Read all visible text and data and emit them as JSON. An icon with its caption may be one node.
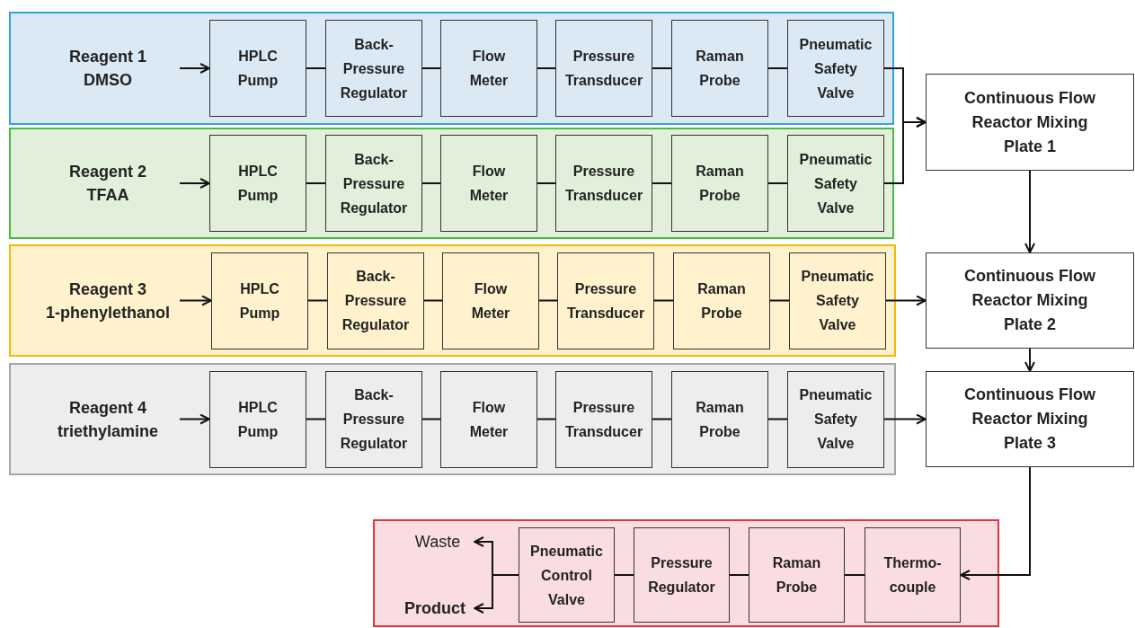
{
  "diagram": {
    "nodes": [
      {
        "text": [],
        "shape": "box"
      },
      {
        "text": [
          "Reagent 1",
          "DMSO"
        ],
        "in": 0
      },
      {
        "text": [
          "HPLC Pump"
        ],
        "in": 0
      },
      {
        "text": [
          "Back-Pressure Regulator"
        ],
        "in": 0
      },
      {
        "text": [
          "Flow Meter"
        ],
        "in": 0
      },
      {
        "text": [
          "Pressure Transducer"
        ],
        "in": 0
      },
      {
        "text": [
          "Raman Probe"
        ],
        "in": 0
      },
      {
        "text": [
          "Pneumatic Safety Valve"
        ],
        "in": 0
      },
      {
        "text": [],
        "shape": "box"
      },
      {
        "text": [
          "Reagent 2",
          "TFAA"
        ],
        "in": 8
      },
      {
        "text": [
          "HPLC Pump"
        ],
        "in": 8
      },
      {
        "text": [
          "Back-Pressure Regulator"
        ],
        "in": 8
      },
      {
        "text": [
          "Flow Meter"
        ],
        "in": 8
      },
      {
        "text": [
          "Pressure Transducer"
        ],
        "in": 8
      },
      {
        "text": [
          "Raman Probe"
        ],
        "in": 8
      },
      {
        "text": [
          "Pneumatic Safety Valve"
        ],
        "in": 8
      },
      {
        "text": [],
        "shape": "box"
      },
      {
        "text": [
          "Reagent 3",
          "1-phenylethanol"
        ],
        "in": 16
      },
      {
        "text": [
          "HPLC Pump"
        ],
        "in": 16
      },
      {
        "text": [
          "Back-Pressure Regulator"
        ],
        "in": 16
      },
      {
        "text": [
          "Flow Meter"
        ],
        "in": 16
      },
      {
        "text": [
          "Pressure Transducer"
        ],
        "in": 16
      },
      {
        "text": [
          "Raman Probe"
        ],
        "in": 16
      },
      {
        "text": [
          "Pneumatic Safety Valve"
        ],
        "in": 16
      },
      {
        "text": [],
        "shape": "box"
      },
      {
        "text": [
          "Reagent 4",
          "triethylamine"
        ],
        "in": 24
      },
      {
        "text": [
          "HPLC Pump"
        ],
        "in": 24
      },
      {
        "text": [
          "Back-Pressure Regulator"
        ],
        "in": 24
      },
      {
        "text": [
          "Flow Meter"
        ],
        "in": 24
      },
      {
        "text": [
          "Pressure Transducer"
        ],
        "in": 24
      },
      {
        "text": [
          "Raman Probe"
        ],
        "in": 24
      },
      {
        "text": [
          "Pneumatic Safety Valve"
        ],
        "in": 24
      },
      {
        "text": [
          "Continuous Flow Reactor Mixing Plate 1"
        ]
      },
      {
        "text": [
          "Continuous Flow Reactor Mixing Plate 2"
        ]
      },
      {
        "text": [
          "Continuous Flow Reactor Mixing Plate 3"
        ]
      },
      {
        "text": [],
        "shape": "box"
      },
      {
        "text": [
          "Waste"
        ],
        "in": 35
      },
      {
        "text": [
          "Product"
        ],
        "in": 35
      },
      {
        "text": [
          "Pneumatic Control Valve"
        ],
        "in": 35
      },
      {
        "text": [
          "Pressure Regulator"
        ],
        "in": 35
      },
      {
        "text": [
          "Raman Probe"
        ],
        "in": 35
      },
      {
        "text": [
          "Thermo-couple"
        ],
        "in": 35
      }
    ],
    "edges": [
      {
        "from": 1,
        "to": 2,
        "arrow": "to"
      },
      {
        "from": 2,
        "to": 3,
        "arrow": "none"
      },
      {
        "from": 3,
        "to": 4,
        "arrow": "none"
      },
      {
        "from": 4,
        "to": 5,
        "arrow": "none"
      },
      {
        "from": 5,
        "to": 6,
        "arrow": "none"
      },
      {
        "from": 6,
        "to": 7,
        "arrow": "none"
      },
      {
        "from": 9,
        "to": 10,
        "arrow": "to"
      },
      {
        "from": 10,
        "to": 11,
        "arrow": "none"
      },
      {
        "from": 11,
        "to": 12,
        "arrow": "none"
      },
      {
        "from": 12,
        "to": 13,
        "arrow": "none"
      },
      {
        "from": 13,
        "to": 14,
        "arrow": "none"
      },
      {
        "from": 14,
        "to": 15,
        "arrow": "none"
      },
      {
        "from": 17,
        "to": 18,
        "arrow": "to"
      },
      {
        "from": 18,
        "to": 19,
        "arrow": "none"
      },
      {
        "from": 19,
        "to": 20,
        "arrow": "none"
      },
      {
        "from": 20,
        "to": 21,
        "arrow": "none"
      },
      {
        "from": 21,
        "to": 22,
        "arrow": "none"
      },
      {
        "from": 22,
        "to": 23,
        "arrow": "none"
      },
      {
        "from": 25,
        "to": 26,
        "arrow": "to"
      },
      {
        "from": 26,
        "to": 27,
        "arrow": "none"
      },
      {
        "from": 27,
        "to": 28,
        "arrow": "none"
      },
      {
        "from": 28,
        "to": 29,
        "arrow": "none"
      },
      {
        "from": 29,
        "to": 30,
        "arrow": "none"
      },
      {
        "from": 30,
        "to": 31,
        "arrow": "none"
      },
      {
        "from": 7,
        "to": 32,
        "arrow": "to"
      },
      {
        "from": 15,
        "to": 32,
        "arrow": "to"
      },
      {
        "from": 23,
        "to": 33,
        "arrow": "to"
      },
      {
        "from": 31,
        "to": 34,
        "arrow": "to"
      },
      {
        "from": 32,
        "to": 33,
        "arrow": "to"
      },
      {
        "from": 33,
        "to": 34,
        "arrow": "to"
      },
      {
        "from": 34,
        "to": 41,
        "arrow": "to"
      },
      {
        "from": 41,
        "to": 40,
        "arrow": "none"
      },
      {
        "from": 40,
        "to": 39,
        "arrow": "none"
      },
      {
        "from": 39,
        "to": 38,
        "arrow": "none"
      },
      {
        "from": 38,
        "to": 36,
        "arrow": "to"
      },
      {
        "from": 38,
        "to": 37,
        "arrow": "to"
      }
    ]
  }
}
